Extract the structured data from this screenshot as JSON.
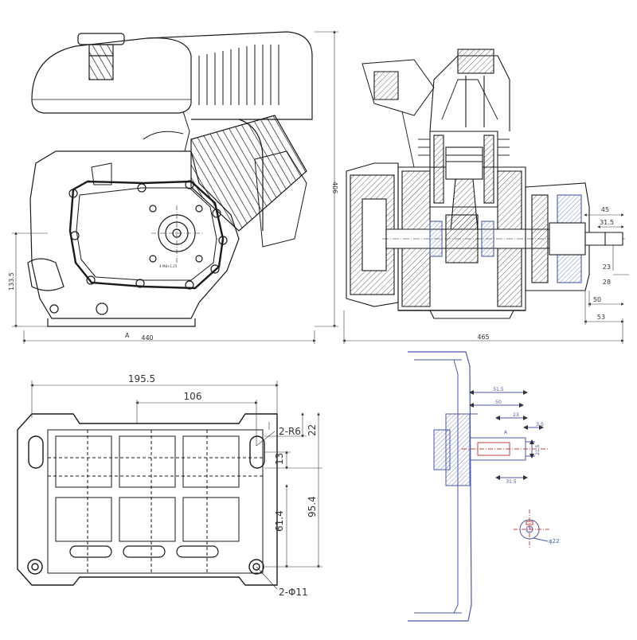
{
  "colors": {
    "line": "#1a1a1a",
    "thin": "#555555",
    "hatch": "#3a3a3a",
    "blue": "#4a5aa8",
    "red": "#c04040",
    "dim": "#333333"
  },
  "views": {
    "front": {
      "dim_width": "440",
      "dim_height": "406",
      "dim_shaft_height": "133.5",
      "label_a": "A",
      "pattern_note": "4-M8×1.25"
    },
    "side": {
      "dim_length": "465",
      "dims_right": [
        "45",
        "31.5",
        "23",
        "28",
        "50",
        "53"
      ]
    },
    "base": {
      "dim_overall": "195.5",
      "dim_center": "106",
      "dim_radius": "2-R6",
      "dim_22": "22",
      "dim_13": "13",
      "dim_95_4": "95.4",
      "dim_61_4": "61.4",
      "dim_holes": "2-Φ11"
    },
    "detail": {
      "dims": [
        "51.5",
        "50",
        "23",
        "3.5",
        "31.5",
        "21.5"
      ],
      "dia": "φ22",
      "mark_a": "A"
    }
  }
}
